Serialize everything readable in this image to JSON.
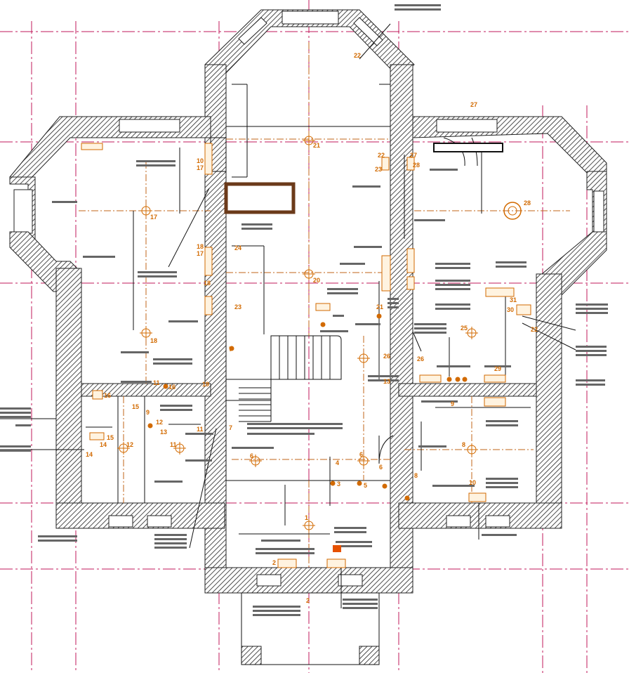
{
  "colors": {
    "wall_hatch": "#222222",
    "grid_axis": "#c2185b",
    "centerline": "#c0651a",
    "fixture": "#d26a00",
    "leader_text_block": "#666666"
  },
  "fixture_labels": [
    "1",
    "2",
    "3",
    "4",
    "5",
    "6",
    "7",
    "8",
    "9",
    "10",
    "11",
    "12",
    "13",
    "14",
    "15",
    "16",
    "17",
    "18",
    "19",
    "20",
    "21",
    "22",
    "23",
    "24",
    "25",
    "26",
    "27",
    "28",
    "29",
    "30",
    "31"
  ]
}
